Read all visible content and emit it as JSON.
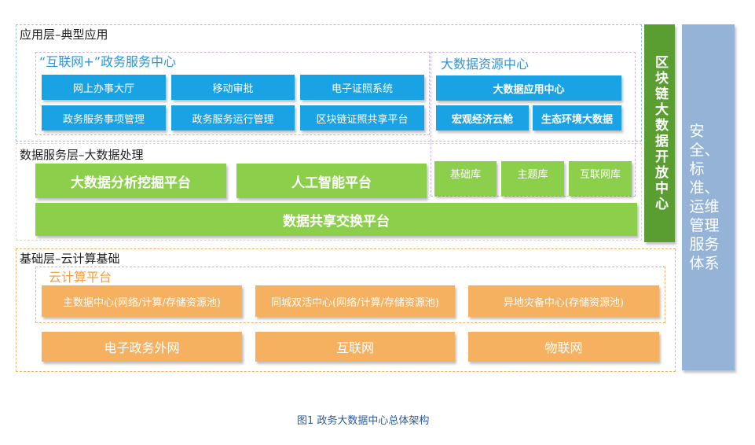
{
  "app_layer": {
    "title": "应用层–典型应用",
    "gov_service": {
      "title": "“互联网+”政务服务中心",
      "items": [
        "网上办事大厅",
        "移动审批",
        "电子证照系统",
        "政务服务事项管理",
        "政务服务运行管理",
        "区块链证照共享平台"
      ]
    },
    "bigdata_resource": {
      "title": "大数据资源中心",
      "app_center": "大数据应用中心",
      "items": [
        "宏观经济云舱",
        "生态环境大数据"
      ]
    }
  },
  "data_layer": {
    "title": "数据服务层–大数据处理",
    "analysis": "大数据分析挖掘平台",
    "ai": "人工智能平台",
    "libraries": [
      "基础库",
      "主题库",
      "互联网库"
    ],
    "exchange": "数据共享交换平台"
  },
  "base_layer": {
    "title": "基础层–云计算基础",
    "cloud_platform": {
      "title": "云计算平台",
      "items": [
        "主数据中心(网络/计算/存储资源池)",
        "同城双活中心(网络/计算/存储资源池)",
        "异地灾备中心(存储资源池)"
      ]
    },
    "networks": [
      "电子政务外网",
      "互联网",
      "物联网"
    ]
  },
  "blockchain_bar": "区块链大数据开放中心",
  "security_bar": "安全、标准、运维管理服务体系",
  "caption": "图1  政务大数据中心总体架构",
  "colors": {
    "app_blue": "#1aa3e4",
    "data_green": "#8ccf4a",
    "base_orange": "#f5b060",
    "blockchain_green": "#5a9e32",
    "security_blue": "#95b3d7"
  }
}
